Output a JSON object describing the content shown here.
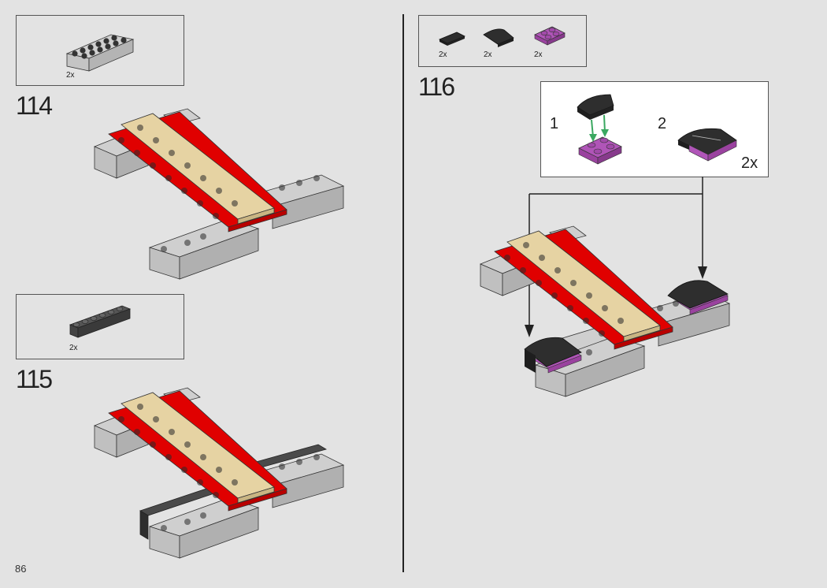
{
  "page": {
    "page_number": "86",
    "background_color": "#e3e3e3"
  },
  "colors": {
    "light_gray": "#bdbdbd",
    "dark_gray": "#3a3a3a",
    "red": "#e00000",
    "tan": "#e6d3a3",
    "magenta": "#b055b8",
    "arrow_green": "#3aa860",
    "line": "#222222"
  },
  "steps": [
    {
      "number": "114",
      "parts": [
        {
          "name": "light-gray-brick-2x6",
          "quantity": "2x"
        }
      ]
    },
    {
      "number": "115",
      "parts": [
        {
          "name": "dark-gray-brick-1x6",
          "quantity": "2x"
        }
      ]
    },
    {
      "number": "116",
      "parts": [
        {
          "name": "black-tile-1x2",
          "quantity": "2x"
        },
        {
          "name": "black-curved-slope-2x2",
          "quantity": "2x"
        },
        {
          "name": "magenta-plate-2x2",
          "quantity": "2x"
        }
      ],
      "callout": {
        "substeps": [
          {
            "number": "1"
          },
          {
            "number": "2",
            "quantity": "2x"
          }
        ]
      }
    }
  ]
}
